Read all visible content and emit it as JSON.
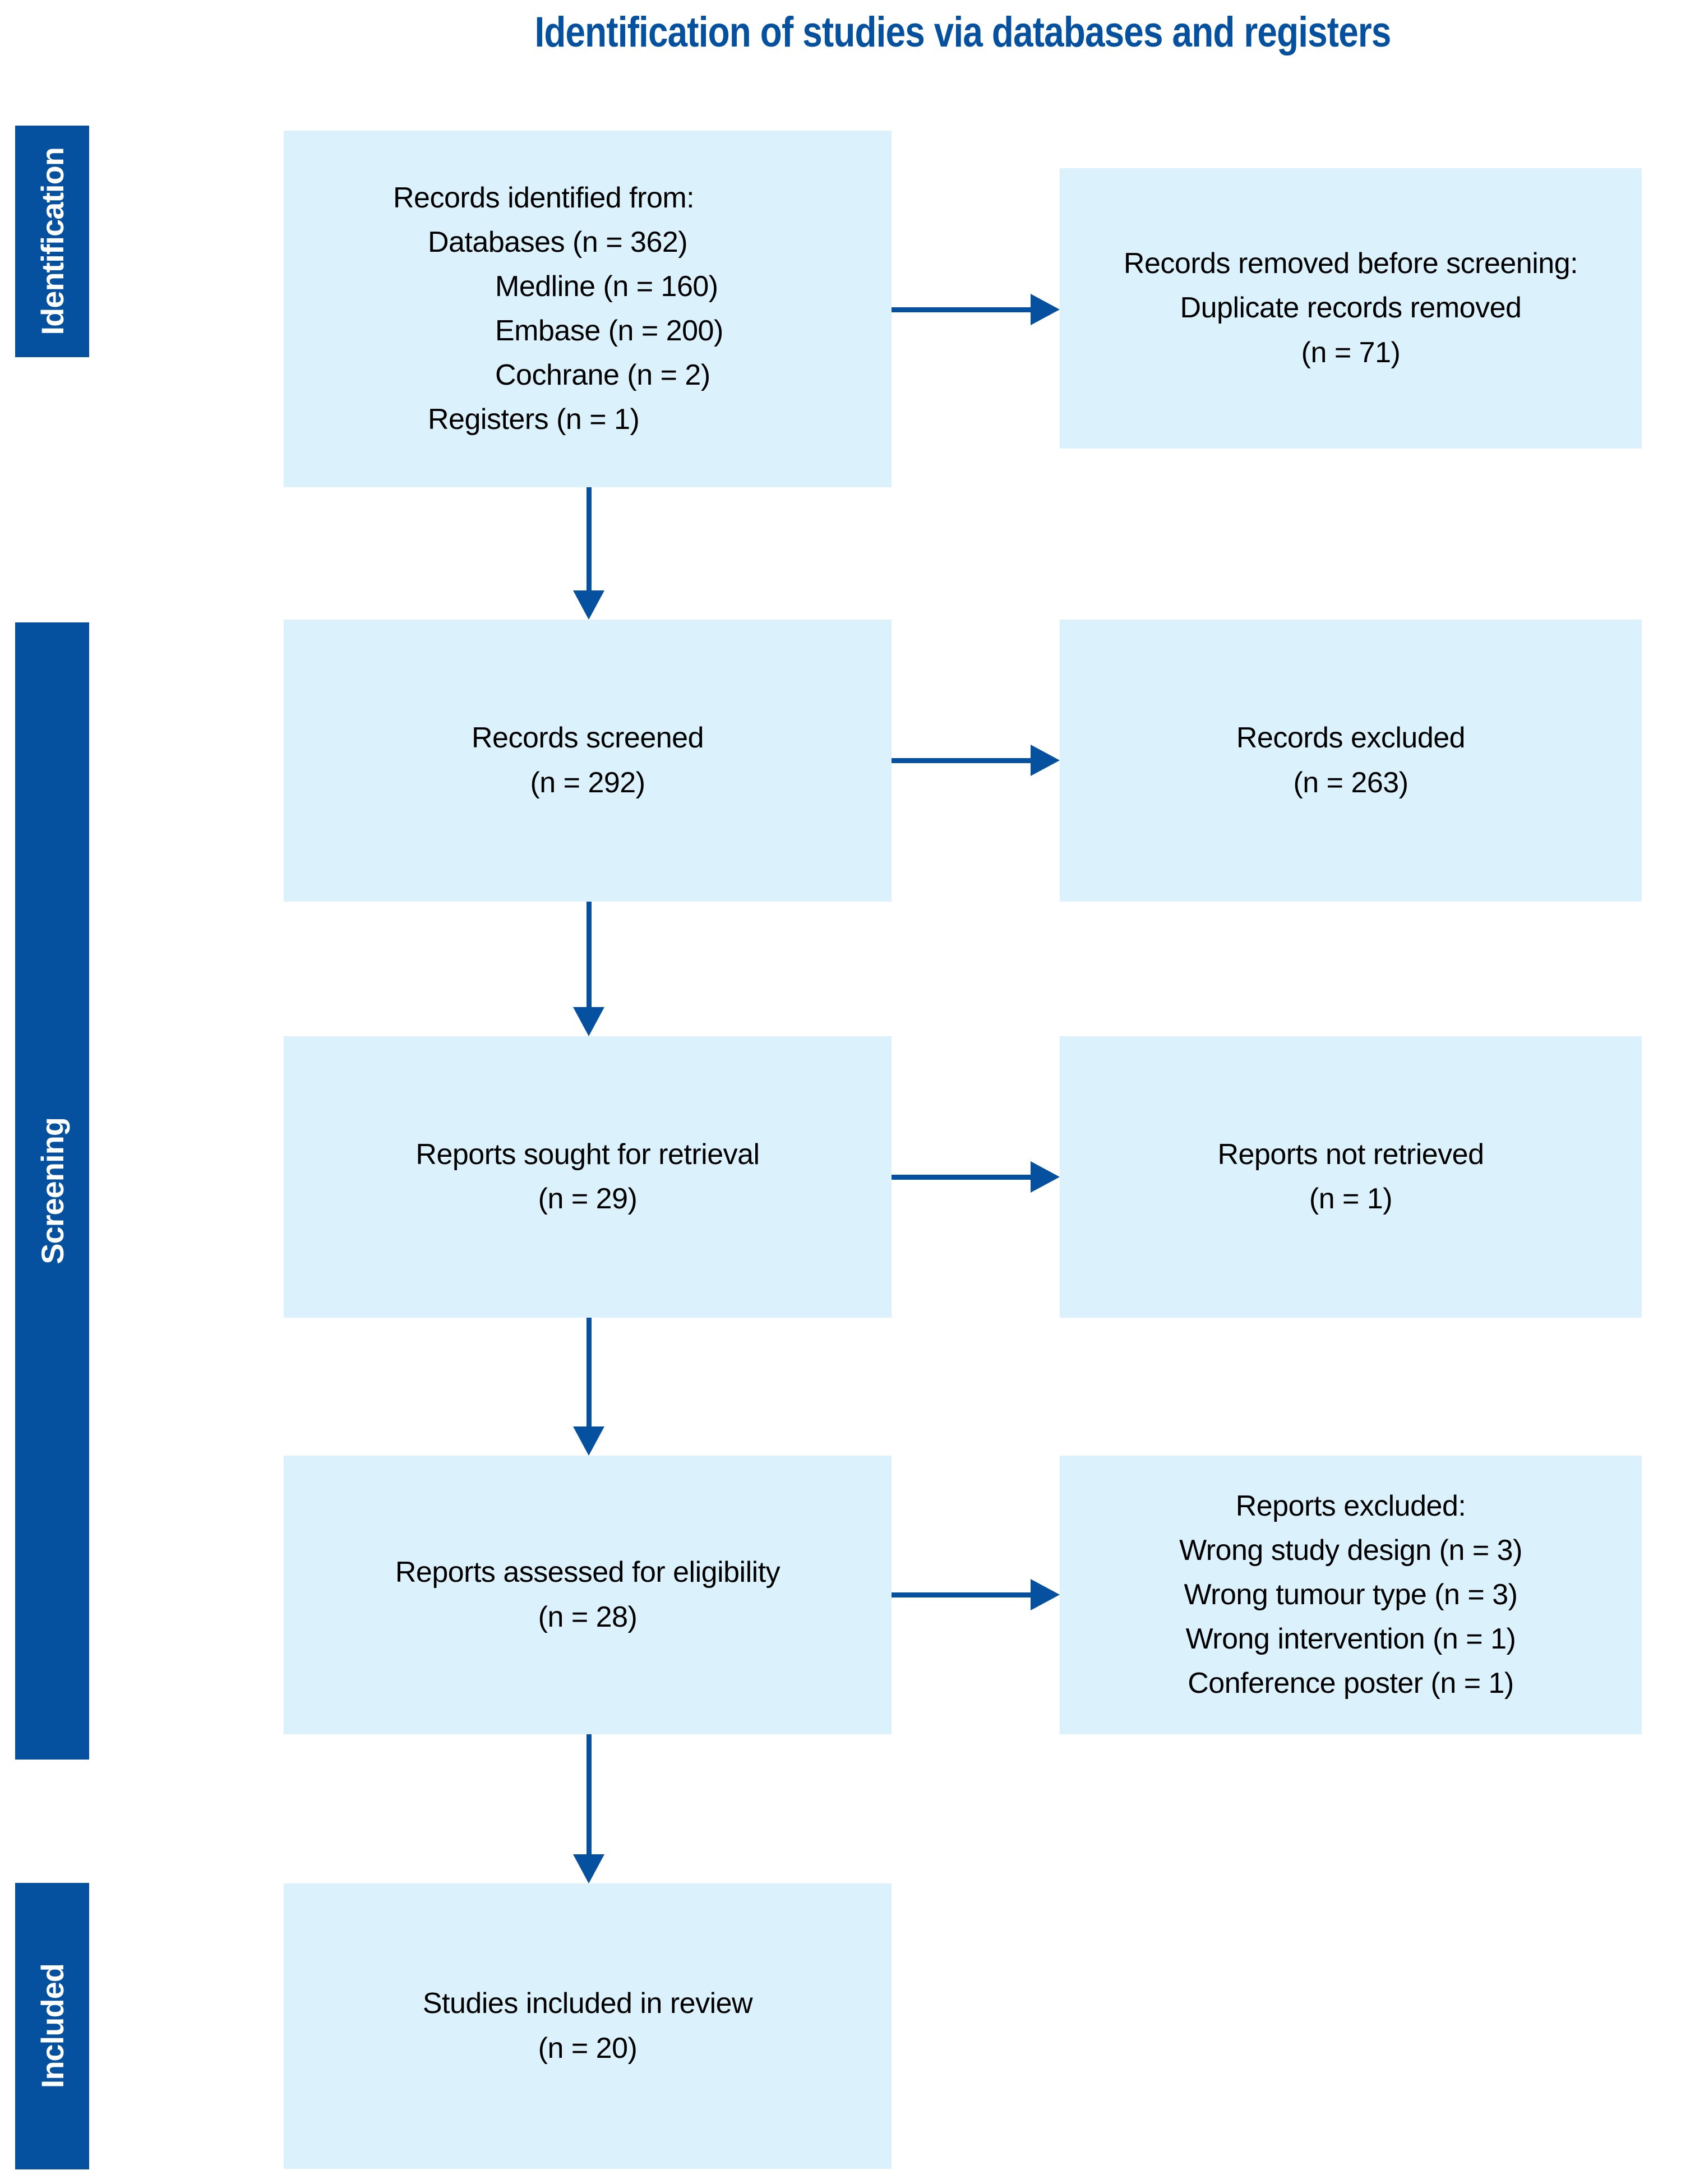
{
  "title": "Identification of studies via databases and registers",
  "colors": {
    "accent": "#0551a0",
    "box_fill": "#dbf1fb",
    "text": "#000000"
  },
  "sidebar": {
    "sections": [
      {
        "label": "Identification"
      },
      {
        "label": "Screening"
      },
      {
        "label": "Included"
      }
    ]
  },
  "boxes": {
    "records_identified": {
      "lines": [
        "Records identified from:",
        "Databases (n = 362)",
        "Medline (n = 160)",
        "Embase (n = 200)",
        "Cochrane (n = 2)",
        "Registers (n = 1)"
      ]
    },
    "records_removed": {
      "lines": [
        "Records removed before screening:",
        "Duplicate records removed",
        "(n = 71)"
      ]
    },
    "records_screened": {
      "lines": [
        "Records screened",
        "(n = 292)"
      ]
    },
    "records_excluded": {
      "lines": [
        "Records excluded",
        "(n = 263)"
      ]
    },
    "reports_sought": {
      "lines": [
        "Reports sought for retrieval",
        "(n = 29)"
      ]
    },
    "reports_not_retrieved": {
      "lines": [
        "Reports not retrieved",
        "(n = 1)"
      ]
    },
    "reports_assessed": {
      "lines": [
        "Reports assessed for eligibility",
        "(n = 28)"
      ]
    },
    "reports_excluded": {
      "lines": [
        "Reports excluded:",
        "Wrong study design (n = 3)",
        "Wrong tumour type (n = 3)",
        "Wrong intervention (n = 1)",
        "Conference poster (n = 1)"
      ]
    },
    "studies_included": {
      "lines": [
        "Studies included in review",
        "(n = 20)"
      ]
    }
  }
}
